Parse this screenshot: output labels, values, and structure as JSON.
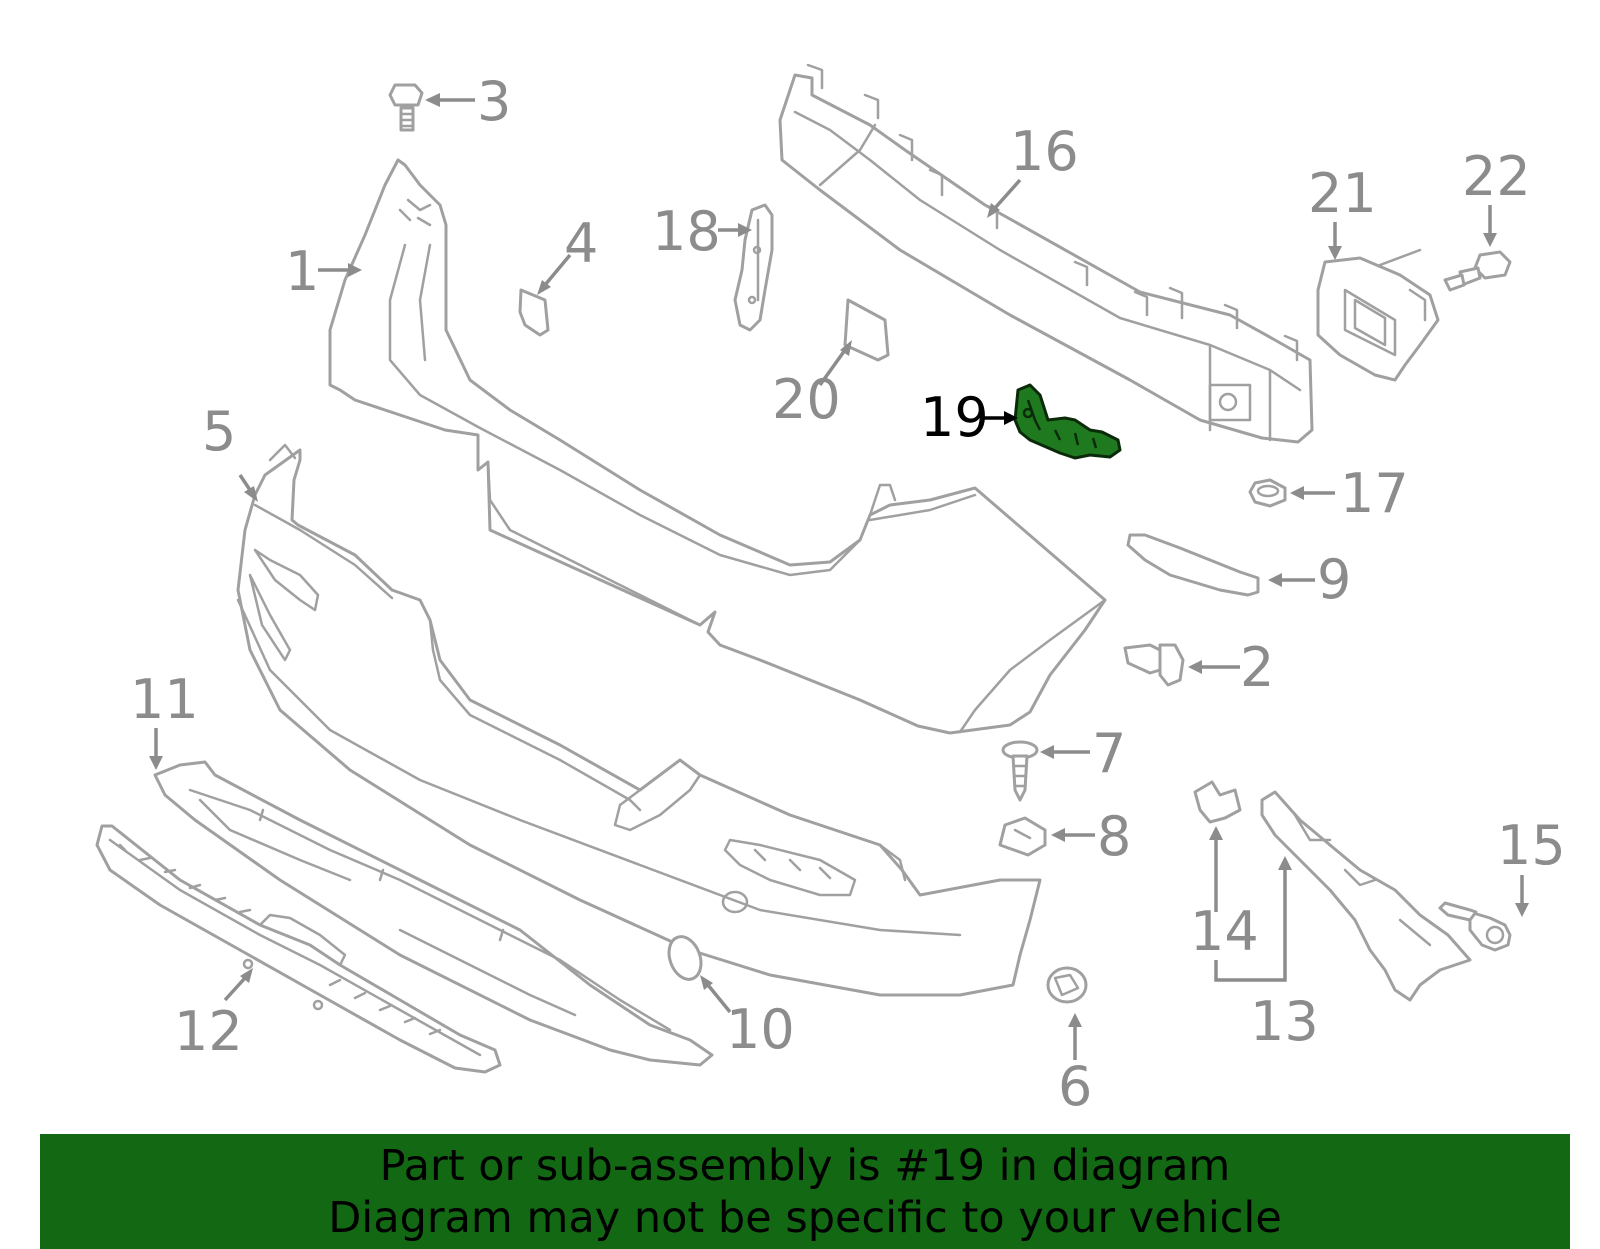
{
  "highlighted_part": "19",
  "callouts": [
    "1",
    "2",
    "3",
    "4",
    "5",
    "6",
    "7",
    "8",
    "9",
    "10",
    "11",
    "12",
    "13",
    "14",
    "15",
    "16",
    "17",
    "18",
    "19",
    "20",
    "21",
    "22"
  ],
  "banner": {
    "line1": "Part or sub-assembly is #19 in diagram",
    "line2": "Diagram may not be specific to your vehicle"
  },
  "colors": {
    "highlight_part": "#1f7a1f",
    "banner_background": "#136913",
    "outline": "#a0a0a0",
    "callout_text": "#8c8c8c",
    "highlight_callout": "#000000"
  }
}
